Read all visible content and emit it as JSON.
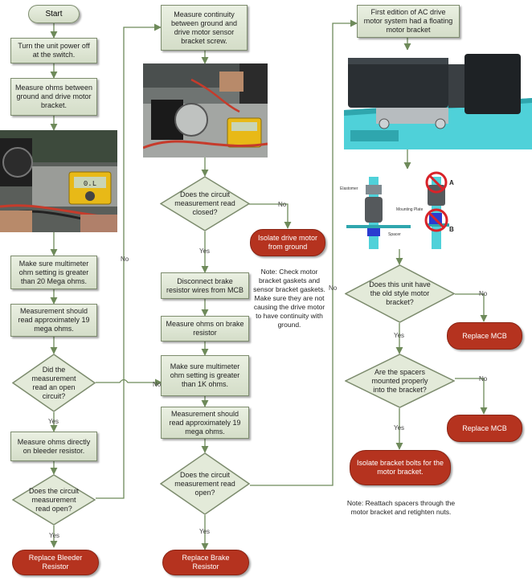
{
  "start": "Start",
  "col1": {
    "step1": "Turn the unit power off at the switch.",
    "step2": "Measure ohms between ground and drive motor bracket.",
    "step3": "Make sure multimeter ohm setting is greater than 20 Mega ohms.",
    "step4": "Measurement should read approximately 19 mega ohms.",
    "decision1": "Did the measurement read an open circuit?",
    "step5": "Measure ohms directly on bleeder resistor.",
    "decision2": "Does the circuit measurement read open?",
    "end": "Replace Bleeder Resistor",
    "meter_reading": "0.L"
  },
  "col2": {
    "step1": "Measure continuity between ground and drive motor sensor bracket screw.",
    "decision1": "Does the circuit measurement read closed?",
    "isolate": "Isolate drive motor from ground",
    "note": "Note: Check motor bracket gaskets and sensor bracket gaskets. Make sure they are not causing the drive motor to have continuity with ground.",
    "step2": "Disconnect brake resistor wires from MCB",
    "step3": "Measure ohms on brake resistor",
    "step4": "Make sure multimeter ohm setting is greater than 1K ohms.",
    "step5": "Measurement should read approximately 19 mega ohms.",
    "decision2": "Does the circuit measurement read open?",
    "end": "Replace Brake Resistor"
  },
  "col3": {
    "step1": "First edition of AC drive motor system had a floating motor bracket",
    "diagram_labels": {
      "elastomer": "Elastomer",
      "mounting_plate": "Mounting Plate",
      "spacer": "Spacer",
      "a": "A",
      "b": "B"
    },
    "decision1": "Does this unit have the old style motor bracket?",
    "replace1": "Replace MCB",
    "decision2": "Are the spacers mounted properly into the bracket?",
    "replace2": "Replace MCB",
    "isolate": "Isolate bracket bolts for the motor bracket.",
    "note": "Note: Reattach spacers through the motor bracket and retighten nuts."
  },
  "labels": {
    "yes": "Yes",
    "no": "No"
  },
  "colors": {
    "box_border": "#7d8c6e",
    "terminal": "#b5331f",
    "line": "#6e8a5a",
    "teal": "#4fd1d9"
  }
}
